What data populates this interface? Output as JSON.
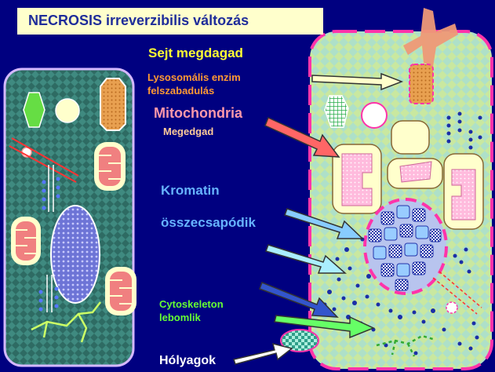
{
  "title": "NECROSIS irreverzibilis változás",
  "labels": {
    "cell_swells": "Sejt megdagad",
    "lysosomal_line1": "Lysosomális enzim",
    "lysosomal_line2": "felszabadulás",
    "mitochondria": "Mitochondria",
    "mito_swell": "Megedgad",
    "kromatin": "Kromatin",
    "chromatin_clumps": "összecsapódik",
    "cytoskeleton_line1": "Cytoskeleton",
    "cytoskeleton_line2": "lebomlik",
    "blebs": "Hólyagok"
  },
  "colors": {
    "background": "#000080",
    "title_box": "#ffffcc",
    "title_text": "#1f2d9a",
    "normal_cell": "#2e6b63",
    "necrotic_cell": "#c9e8a0",
    "membrane_break": "#ff33aa",
    "cell_swells": "#ffff33",
    "lysosomal": "#ff9933",
    "mitochondria": "#ff99aa",
    "mito_swell": "#ffcc99",
    "kromatin": "#66b3ff",
    "cytoskeleton": "#66ff33",
    "blebs": "#ffffff"
  },
  "icons": [
    "arrow-icon"
  ]
}
